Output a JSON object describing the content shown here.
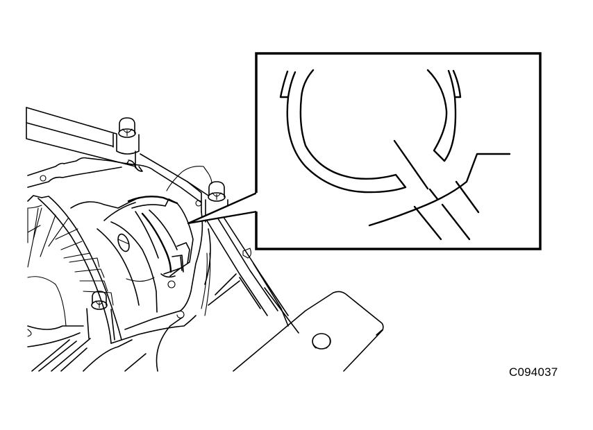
{
  "figure": {
    "type": "technical-line-illustration",
    "subject": "differential carrier with side bearing adjusting nut and lock plate",
    "figure_code": "C094037",
    "colors": {
      "line": "#000000",
      "background": "#ffffff"
    },
    "inset": {
      "label": "detail-callout",
      "shows": "lock plate tab engaged in adjusting nut notch"
    }
  }
}
